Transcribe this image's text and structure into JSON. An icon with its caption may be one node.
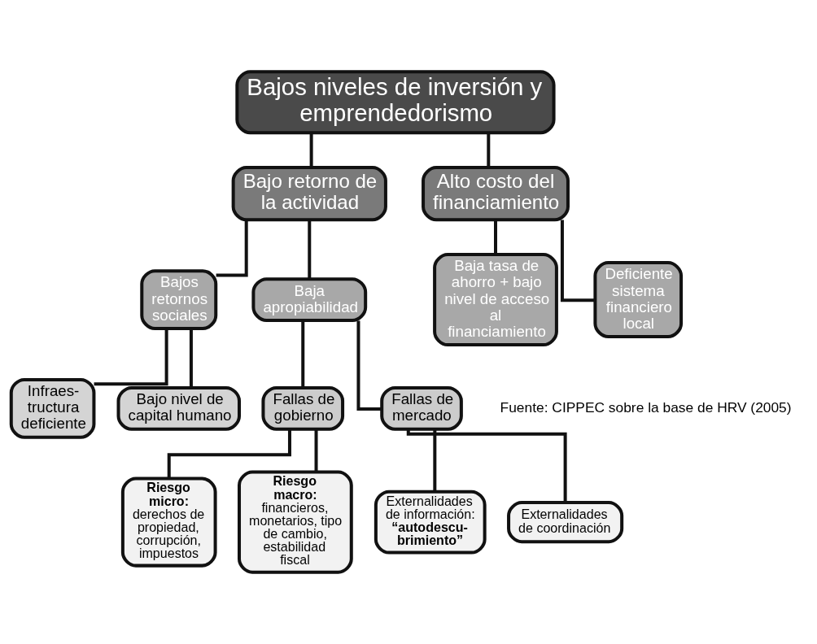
{
  "diagram": {
    "nodes": [
      {
        "text": [
          "Bajos niveles de inversión y emprendedorismo"
        ]
      },
      {
        "text": [
          "Bajo retorno de la actividad"
        ]
      },
      {
        "text": [
          "Alto costo del financiamiento"
        ]
      },
      {
        "text": [
          "Bajos retornos sociales"
        ]
      },
      {
        "text": [
          "Baja apropiabilidad"
        ]
      },
      {
        "text": [
          "Baja tasa de ahorro + bajo nivel de acceso al financiamiento"
        ]
      },
      {
        "text": [
          "Deficiente sistema financiero local"
        ]
      },
      {
        "text": [
          "Infraes-tructura deficiente"
        ]
      },
      {
        "text": [
          "Bajo nivel de capital humano"
        ]
      },
      {
        "text": [
          "Fallas de gobierno"
        ]
      },
      {
        "text": [
          "Fallas de mercado"
        ]
      },
      {
        "text": [
          "**Riesgo micro:** derechos de propiedad, corrupción, impuestos"
        ]
      },
      {
        "text": [
          "**Riesgo macro:** financieros, monetarios, tipo de cambio, estabilidad fiscal"
        ]
      },
      {
        "text": [
          "Externalidades de información: **“autodescu-brimiento”**"
        ]
      },
      {
        "text": [
          "Externalidades de coordinación"
        ]
      }
    ],
    "edges": [
      {
        "from": 0,
        "to": 1,
        "arrow": "none"
      },
      {
        "from": 0,
        "to": 2,
        "arrow": "none"
      },
      {
        "from": 1,
        "to": 3,
        "arrow": "none"
      },
      {
        "from": 1,
        "to": 4,
        "arrow": "none"
      },
      {
        "from": 2,
        "to": 5,
        "arrow": "none"
      },
      {
        "from": 2,
        "to": 6,
        "arrow": "none"
      },
      {
        "from": 3,
        "to": 7,
        "arrow": "none"
      },
      {
        "from": 3,
        "to": 8,
        "arrow": "none"
      },
      {
        "from": 4,
        "to": 9,
        "arrow": "none"
      },
      {
        "from": 4,
        "to": 10,
        "arrow": "none"
      },
      {
        "from": 9,
        "to": 11,
        "arrow": "none"
      },
      {
        "from": 9,
        "to": 12,
        "arrow": "none"
      },
      {
        "from": 10,
        "to": 13,
        "arrow": "none"
      },
      {
        "from": 10,
        "to": 14,
        "arrow": "none"
      }
    ],
    "labels": [
      "Fuente: CIPPEC sobre la base de HRV (2005)"
    ]
  }
}
